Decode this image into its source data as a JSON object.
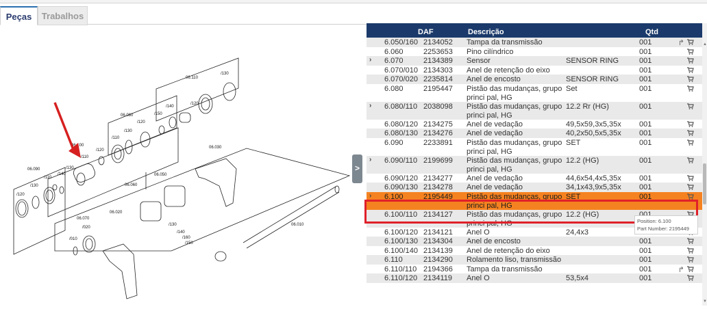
{
  "tabs": [
    {
      "label": "Peças",
      "active": true
    },
    {
      "label": "Trabalhos",
      "active": false
    }
  ],
  "panel_toggle": ">",
  "table": {
    "headers": {
      "daf": "DAF",
      "descricao": "Descrição",
      "qtd": "Qtd"
    },
    "rows": [
      {
        "pos": "6.050/160",
        "daf": "2134052",
        "desc": "Tampa da transmissão",
        "spec": "",
        "qtd": "001",
        "expand": false,
        "share": true
      },
      {
        "pos": "6.060",
        "daf": "2253653",
        "desc": "Pino cilíndrico",
        "spec": "",
        "qtd": "001",
        "expand": false,
        "share": false
      },
      {
        "pos": "6.070",
        "daf": "2134389",
        "desc": "Sensor",
        "spec": "SENSOR RING",
        "qtd": "001",
        "expand": true,
        "share": false
      },
      {
        "pos": "6.070/010",
        "daf": "2134303",
        "desc": "Anel de retenção do eixo",
        "spec": "",
        "qtd": "001",
        "expand": false,
        "share": false
      },
      {
        "pos": "6.070/020",
        "daf": "2235814",
        "desc": "Anel de encosto",
        "spec": "SENSOR RING",
        "qtd": "001",
        "expand": false,
        "share": false
      },
      {
        "pos": "6.080",
        "daf": "2195447",
        "desc": "Pistão das mudanças, grupo princi pal, HG",
        "spec": "Set",
        "qtd": "001",
        "expand": false,
        "share": false
      },
      {
        "pos": "6.080/110",
        "daf": "2038098",
        "desc": "Pistão das mudanças, grupo princi pal, HG",
        "spec": "12.2 Rr (HG)",
        "qtd": "001",
        "expand": true,
        "share": false
      },
      {
        "pos": "6.080/120",
        "daf": "2134275",
        "desc": "Anel de vedação",
        "spec": "49,5x59,3x5,35x",
        "qtd": "001",
        "expand": false,
        "share": false
      },
      {
        "pos": "6.080/130",
        "daf": "2134276",
        "desc": "Anel de vedação",
        "spec": "40,2x50,5x5,35x",
        "qtd": "001",
        "expand": false,
        "share": false
      },
      {
        "pos": "6.090",
        "daf": "2233891",
        "desc": "Pistão das mudanças, grupo princi pal, HG",
        "spec": "SET",
        "qtd": "001",
        "expand": false,
        "share": false
      },
      {
        "pos": "6.090/110",
        "daf": "2199699",
        "desc": "Pistão das mudanças, grupo princi pal, HG",
        "spec": "12.2 (HG)",
        "qtd": "001",
        "expand": true,
        "share": false
      },
      {
        "pos": "6.090/120",
        "daf": "2134277",
        "desc": "Anel de vedação",
        "spec": "44,6x54,4x5,35x",
        "qtd": "001",
        "expand": false,
        "share": false
      },
      {
        "pos": "6.090/130",
        "daf": "2134278",
        "desc": "Anel de vedação",
        "spec": "34,1x43,9x5,35x",
        "qtd": "001",
        "expand": false,
        "share": false
      },
      {
        "pos": "6.100",
        "daf": "2195449",
        "desc": "Pistão das mudanças, grupo princi pal, HG",
        "spec": "SET",
        "qtd": "001",
        "expand": true,
        "share": false,
        "selected": true
      },
      {
        "pos": "6.100/110",
        "daf": "2134127",
        "desc": "Pistão das mudanças, grupo princi pal, HG",
        "spec": "12.2 (HG)",
        "qtd": "001",
        "expand": false,
        "share": false
      },
      {
        "pos": "6.100/120",
        "daf": "2134121",
        "desc": "Anel O",
        "spec": "24,4x3",
        "qtd": "001",
        "expand": false,
        "share": false
      },
      {
        "pos": "6.100/130",
        "daf": "2134304",
        "desc": "Anel de encosto",
        "spec": "",
        "qtd": "001",
        "expand": false,
        "share": false
      },
      {
        "pos": "6.100/140",
        "daf": "2134139",
        "desc": "Anel de retenção do eixo",
        "spec": "",
        "qtd": "001",
        "expand": false,
        "share": false
      },
      {
        "pos": "6.110",
        "daf": "2134290",
        "desc": "Rolamento liso, transmissão",
        "spec": "",
        "qtd": "001",
        "expand": false,
        "share": false
      },
      {
        "pos": "6.110/110",
        "daf": "2194366",
        "desc": "Tampa da transmissão",
        "spec": "",
        "qtd": "001",
        "expand": false,
        "share": true
      },
      {
        "pos": "6.110/120",
        "daf": "2134119",
        "desc": "Anel O",
        "spec": "53,5x4",
        "qtd": "001",
        "expand": false,
        "share": false
      }
    ]
  },
  "tooltip": {
    "position": "Position: 6.100",
    "part_number": "Part Number: 2195449"
  },
  "diagram_labels": [
    "06.090",
    "/120",
    "/130",
    "/110",
    "/140",
    "06.100",
    "/130",
    "/110",
    "/120",
    "06.080",
    "/130",
    "/110",
    "/120",
    "/150",
    "/140",
    "06.110",
    "/130",
    "/120",
    "06.030",
    "06.050",
    "06.060",
    "06.020",
    "06.070",
    "/020",
    "/010",
    "/130",
    "/140",
    "/160",
    "/150",
    "06.010"
  ],
  "colors": {
    "header_bg": "#1b3a6b",
    "selected_row": "#f58220",
    "highlight_border": "#e0202a",
    "arrow": "#d62020",
    "tab_active_text": "#2a3b6e"
  }
}
